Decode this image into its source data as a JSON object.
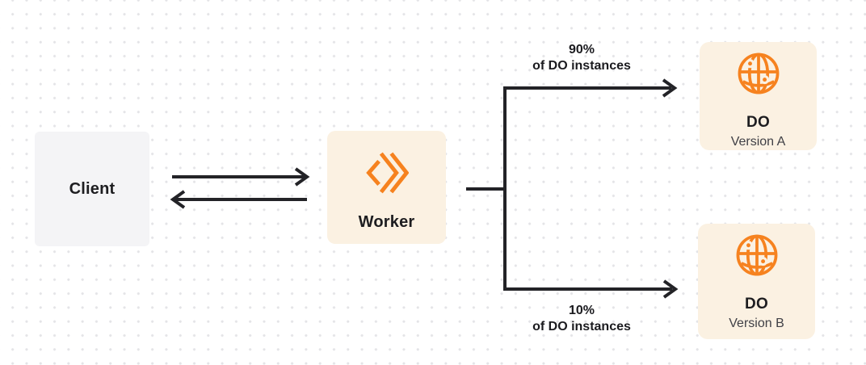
{
  "diagram": {
    "client": {
      "label": "Client"
    },
    "worker": {
      "label": "Worker"
    },
    "do_version_a": {
      "title": "DO",
      "subtitle": "Version A"
    },
    "do_version_b": {
      "title": "DO",
      "subtitle": "Version B"
    },
    "branch_top_label": {
      "line1": "90%",
      "line2": "of DO instances"
    },
    "branch_bottom_label": {
      "line1": "10%",
      "line2": "of DO instances"
    }
  },
  "icons": {
    "worker_icon": "workers-double-chevron-icon",
    "do_icon": "durable-object-globe-icon"
  },
  "colors": {
    "accent_orange": "#F6821F",
    "panel_cream": "#FBF1E2",
    "panel_gray": "#F4F4F6",
    "line_dark": "#232327",
    "dot_grid": "#E4E4E7",
    "background": "#FFFFFF"
  }
}
